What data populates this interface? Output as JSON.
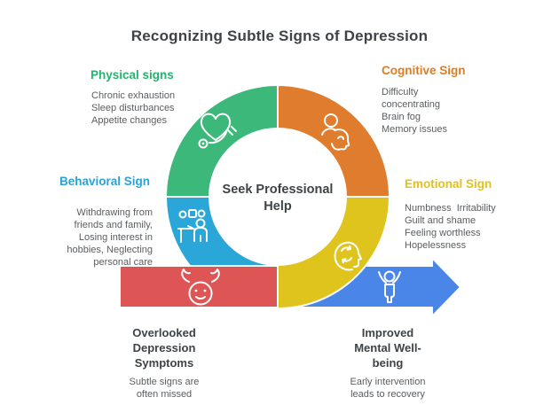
{
  "title": "Recognizing Subtle Signs of Depression",
  "center": {
    "label": "Seek Professional Help"
  },
  "colors": {
    "green": "#3cb87a",
    "orange": "#df7c2e",
    "teal": "#2aa7d8",
    "yellow": "#dfc41e",
    "red": "#dd5555",
    "blue": "#4a86e8",
    "heading_text": "#3e4347",
    "body_text": "#5a5e61",
    "green_header": "#27b36f",
    "orange_header": "#e07b21",
    "blue_header": "#2aa2d8",
    "yellow_header": "#e3c117"
  },
  "sections": {
    "physical": {
      "title": "Physical signs",
      "body": [
        "Chronic exhaustion",
        "Sleep disturbances",
        "Appetite changes"
      ],
      "icon": "heart-stethoscope-icon"
    },
    "cognitive": {
      "title": "Cognitive Sign",
      "body": [
        "Difficulty",
        "concentrating",
        "Brain fog",
        "Memory issues"
      ],
      "icon": "brain-fog-person-icon"
    },
    "behavioral": {
      "title": "Behavioral Sign",
      "body": [
        "Withdrawing from",
        "friends and family,",
        "Losing interest in",
        "hobbies, Neglecting",
        "personal care"
      ],
      "icon": "withdrawing-person-icon"
    },
    "emotional": {
      "title": "Emotional Sign",
      "body": [
        "Numbness  Irritability",
        "Guilt and shame",
        "Feeling worthless",
        "Hopelessness"
      ],
      "icon": "head-cycle-icon"
    }
  },
  "bottom": {
    "overlooked": {
      "heading": [
        "Overlooked",
        "Depression",
        "Symptoms"
      ],
      "sub": [
        "Subtle signs are",
        "often missed"
      ],
      "icon": "sad-face-hands-icon"
    },
    "improved": {
      "heading": [
        "Improved",
        "Mental Well-",
        "being"
      ],
      "sub": [
        "Early intervention",
        "leads to recovery"
      ],
      "icon": "celebrating-person-icon"
    }
  }
}
